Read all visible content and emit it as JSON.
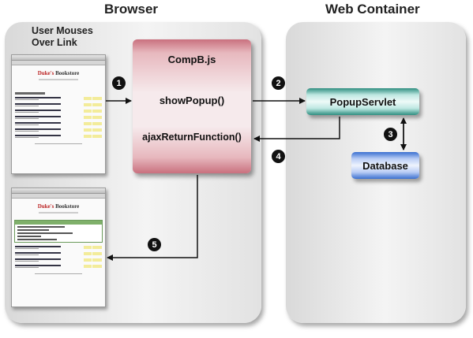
{
  "browser_panel": {
    "title": "Browser",
    "user_label_line1": "User Mouses",
    "user_label_line2": "Over Link"
  },
  "container_panel": {
    "title": "Web Container"
  },
  "script_box": {
    "title": "CompB.js",
    "function1": "showPopup()",
    "function2": "ajaxReturnFunction()"
  },
  "servlet_box": {
    "label": "PopupServlet"
  },
  "database_box": {
    "label": "Database"
  },
  "steps": [
    "1",
    "2",
    "3",
    "4",
    "5"
  ],
  "screenshot_top": {
    "brand_part1": "Duke's",
    "brand_part2": "Bookstore"
  },
  "screenshot_bottom": {
    "brand_part1": "Duke's",
    "brand_part2": "Bookstore"
  },
  "colors": {
    "script_box": "#d98a94",
    "servlet_box": "#4aa89c",
    "database_box": "#5a8fe0"
  }
}
